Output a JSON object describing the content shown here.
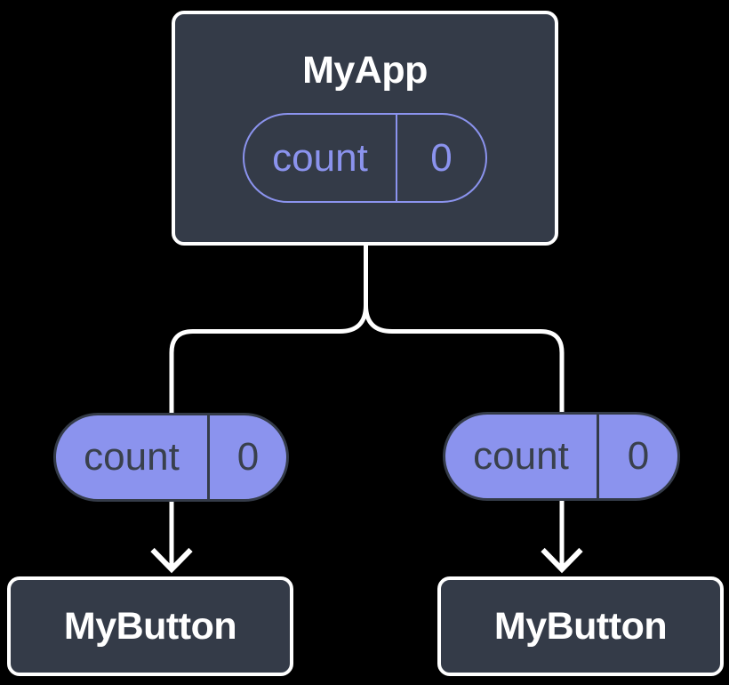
{
  "colors": {
    "background": "#000000",
    "node_fill": "#343B48",
    "node_border": "#FFFFFF",
    "node_text": "#FFFFFF",
    "pill_fill": "#8B93EE",
    "pill_accent": "#8B93EE",
    "pill_dark_text": "#39404C",
    "pill_dark_border": "#343B48",
    "line": "#FFFFFF"
  },
  "diagram": {
    "root": {
      "title": "MyApp",
      "state": {
        "name": "count",
        "value": "0"
      }
    },
    "children": [
      {
        "title": "MyButton",
        "prop": {
          "name": "count",
          "value": "0"
        }
      },
      {
        "title": "MyButton",
        "prop": {
          "name": "count",
          "value": "0"
        }
      }
    ]
  }
}
